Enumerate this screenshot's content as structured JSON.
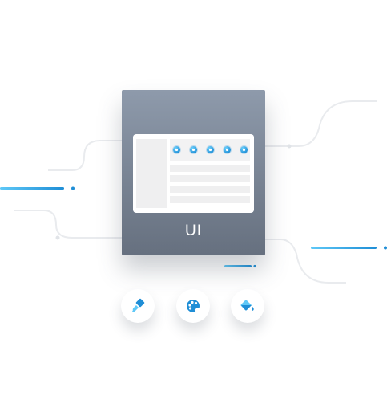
{
  "card": {
    "label": "UI"
  },
  "toolbar_icons": [
    "monitor-icon",
    "document-icon",
    "image-icon",
    "star-icon",
    "stack-icon"
  ],
  "tools": [
    {
      "name": "brush-tool",
      "icon": "brush-icon"
    },
    {
      "name": "palette-tool",
      "icon": "palette-icon"
    },
    {
      "name": "paint-bucket-tool",
      "icon": "paint-bucket-icon"
    }
  ],
  "colors": {
    "accent": "#1f8ed6",
    "accent_light": "#5ec8f7",
    "card_top": "#8e9aab",
    "card_bottom": "#66707f"
  }
}
